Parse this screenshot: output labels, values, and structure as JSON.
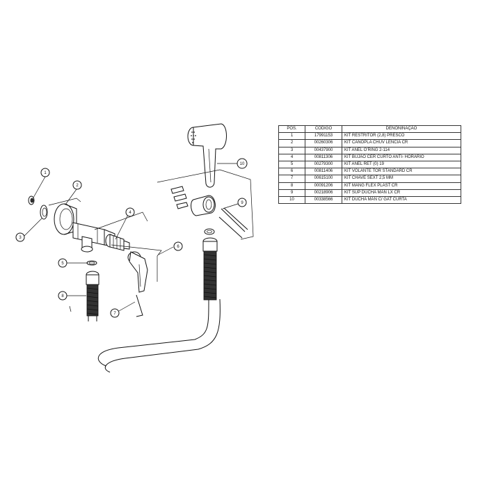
{
  "table": {
    "headers": {
      "pos": "POS.",
      "codigo": "CODIGO",
      "denominacao": "DENONINAÇÃO"
    },
    "rows": [
      {
        "pos": "1",
        "codigo": "17991153",
        "denominacao": "KIT RESTRITOR (2,8) PRESCO"
      },
      {
        "pos": "2",
        "codigo": "00260306",
        "denominacao": "KIT CANOPLA CHUV LENCIA CR"
      },
      {
        "pos": "3",
        "codigo": "00437900",
        "denominacao": "KIT ANEL O'RING 2-114"
      },
      {
        "pos": "4",
        "codigo": "00811306",
        "denominacao": "KIT BUJÃO CER CURTO ANTI- HORARIO"
      },
      {
        "pos": "5",
        "codigo": "00279300",
        "denominacao": "KIT ANEL RET (0) 19"
      },
      {
        "pos": "6",
        "codigo": "00811406",
        "denominacao": "KIT VOLANTE TOR STANDARD CR"
      },
      {
        "pos": "7",
        "codigo": "00615100",
        "denominacao": "KIT CHAVE SEXT 2,5 MM"
      },
      {
        "pos": "8",
        "codigo": "00091206",
        "denominacao": "KIT MANG FLEX PLAST CR"
      },
      {
        "pos": "9",
        "codigo": "00218906",
        "denominacao": "KIT SUP DUCHA MAN LX CR"
      },
      {
        "pos": "10",
        "codigo": "00338566",
        "denominacao": "KIT DUCHA MAN C/ GAT CURTA"
      }
    ]
  },
  "callouts": [
    "1",
    "2",
    "3",
    "4",
    "5",
    "6",
    "7",
    "8",
    "9",
    "10"
  ]
}
